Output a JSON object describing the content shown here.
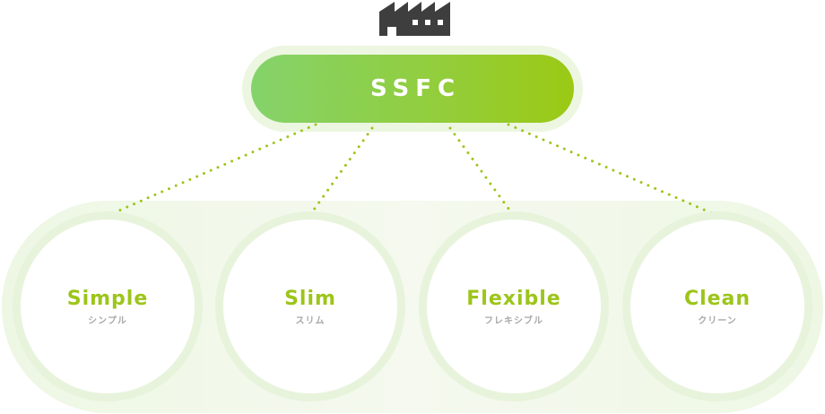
{
  "colors": {
    "accent": "#9cc51a",
    "pill_gradient_start": "#84d36b",
    "pill_gradient_end": "#9bc914",
    "icon": "#3e3e3e",
    "subtext": "#a8a8a8",
    "halo": "#ecf6e1"
  },
  "header": {
    "icon": "factory-icon"
  },
  "root": {
    "label": "SSFC"
  },
  "concepts": [
    {
      "title": "Simple",
      "subtitle": "シンプル"
    },
    {
      "title": "Slim",
      "subtitle": "スリム"
    },
    {
      "title": "Flexible",
      "subtitle": "フレキシブル"
    },
    {
      "title": "Clean",
      "subtitle": "クリーン"
    }
  ]
}
